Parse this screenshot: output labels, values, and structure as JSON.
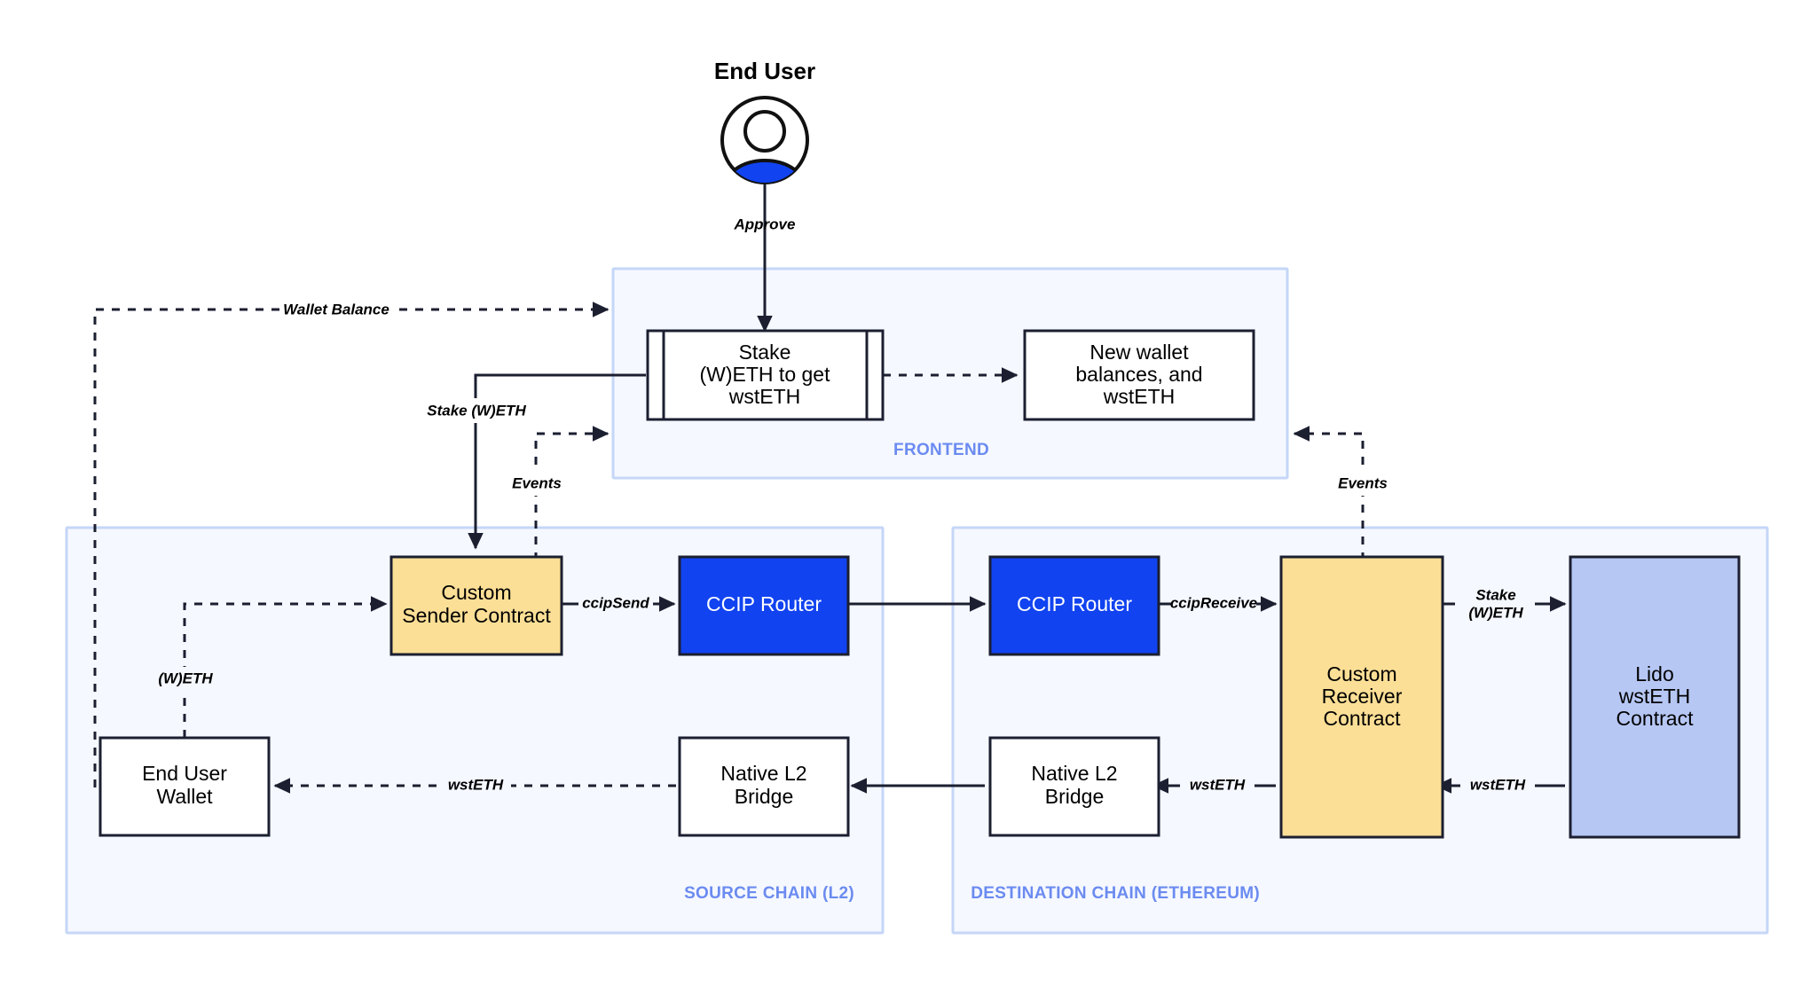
{
  "diagram": {
    "title": "CCIP Lido wstETH cross-chain staking architecture",
    "colors": {
      "accent_blue": "#1143f0",
      "amber": "#fcdf96",
      "periwinkle": "#b6c7f4",
      "container_fill": "#f5f8ff",
      "container_stroke": "#c5d6f7",
      "container_label": "#6b8bf0",
      "stroke_dark": "#1b1f30"
    }
  },
  "actor": {
    "name": "End User",
    "icon": "user-avatar-icon"
  },
  "containers": [
    {
      "id": "frontend",
      "label": "FRONTEND"
    },
    {
      "id": "source-chain",
      "label": "SOURCE CHAIN (L2)"
    },
    {
      "id": "destination-chain",
      "label": "DESTINATION CHAIN (ETHEREUM)"
    }
  ],
  "nodes": {
    "stake_form": {
      "lines": [
        "Stake",
        "(W)ETH to get",
        "wstETH"
      ],
      "shape": "process",
      "fill": "white"
    },
    "new_balances": {
      "lines": [
        "New wallet",
        "balances, and",
        "wstETH"
      ],
      "shape": "rect",
      "fill": "white"
    },
    "custom_sender": {
      "lines": [
        "Custom",
        "Sender Contract"
      ],
      "shape": "rect",
      "fill": "amber"
    },
    "ccip_router_src": {
      "lines": [
        "CCIP Router"
      ],
      "shape": "rect",
      "fill": "blue"
    },
    "ccip_router_dst": {
      "lines": [
        "CCIP Router"
      ],
      "shape": "rect",
      "fill": "blue"
    },
    "custom_receiver": {
      "lines": [
        "Custom",
        "Receiver",
        "Contract"
      ],
      "shape": "rect",
      "fill": "amber"
    },
    "lido_contract": {
      "lines": [
        "Lido",
        "wstETH",
        "Contract"
      ],
      "shape": "rect",
      "fill": "periwinkle"
    },
    "end_user_wallet": {
      "lines": [
        "End User",
        "Wallet"
      ],
      "shape": "rect",
      "fill": "white"
    },
    "native_bridge_src": {
      "lines": [
        "Native L2",
        "Bridge"
      ],
      "shape": "rect",
      "fill": "white"
    },
    "native_bridge_dst": {
      "lines": [
        "Native L2",
        "Bridge"
      ],
      "shape": "rect",
      "fill": "white"
    }
  },
  "edges": {
    "approve": "Approve",
    "wallet_balance": "Wallet Balance",
    "stake_weth_frontend": "Stake (W)ETH",
    "events_source": "Events",
    "events_destination": "Events",
    "weth_wallet": "(W)ETH",
    "ccip_send": "ccipSend",
    "ccip_receive": "ccipReceive",
    "stake_weth_lido_l1": "Stake",
    "stake_weth_lido_l2": "(W)ETH",
    "wst_eth_lido": "wstETH",
    "wst_eth_receiver": "wstETH",
    "wst_eth_bridge": "wstETH"
  }
}
